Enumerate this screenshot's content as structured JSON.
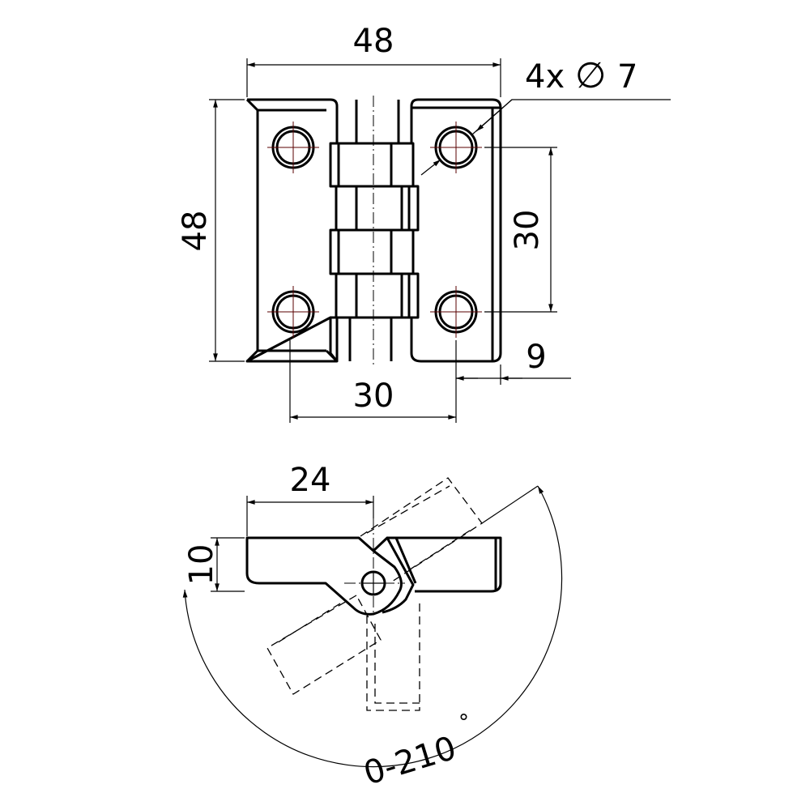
{
  "top_view": {
    "width_dim": "48",
    "height_dim": "48",
    "hole_spacing_vertical": "30",
    "hole_spacing_horizontal": "30",
    "hole_edge_offset": "9",
    "hole_count_label": "4x",
    "diameter_symbol": "∅",
    "hole_diameter": "7"
  },
  "side_view": {
    "leaf_width_dim": "24",
    "thickness_dim": "10",
    "rotation_range": "0-210",
    "degree_symbol": "°"
  }
}
